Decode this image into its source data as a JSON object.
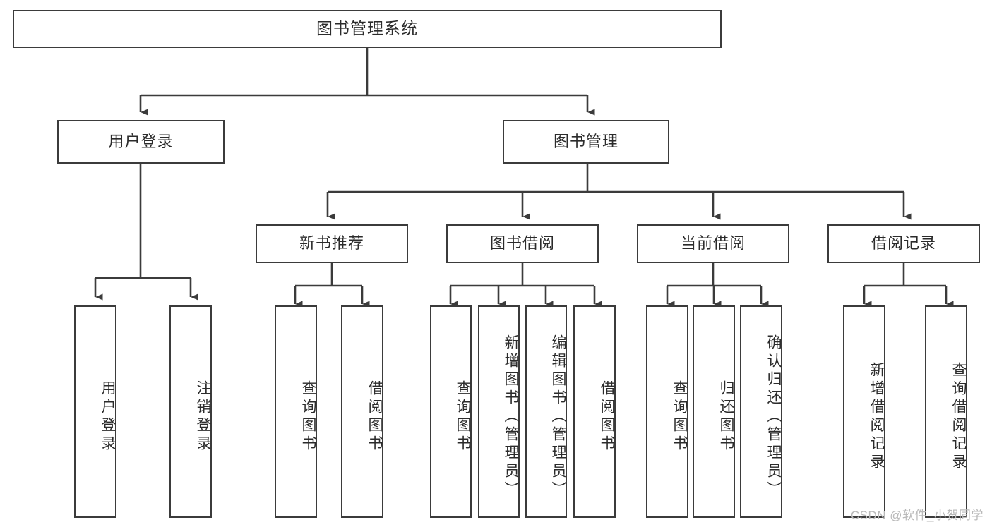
{
  "diagram": {
    "type": "tree",
    "title": "图书管理系统",
    "style": {
      "box_border_color": "#3b3b3b",
      "box_fill_color": "#ffffff",
      "text_color": "#2b2b2b",
      "edge_color": "#3b3b3b",
      "background": "#ffffff"
    },
    "root": {
      "label": "图书管理系统"
    },
    "level2": [
      {
        "label": "用户登录"
      },
      {
        "label": "图书管理"
      }
    ],
    "level3": [
      {
        "label": "新书推荐"
      },
      {
        "label": "图书借阅"
      },
      {
        "label": "当前借阅"
      },
      {
        "label": "借阅记录"
      }
    ],
    "leaves": {
      "user_login": [
        {
          "label": "用户登录"
        },
        {
          "label": "注销登录"
        }
      ],
      "new_book_recommend": [
        {
          "label": "查询图书"
        },
        {
          "label": "借阅图书"
        }
      ],
      "book_borrow": [
        {
          "label": "查询图书"
        },
        {
          "label": "新增图书（管理员）"
        },
        {
          "label": "编辑图书（管理员）"
        },
        {
          "label": "借阅图书"
        }
      ],
      "current_borrow": [
        {
          "label": "查询图书"
        },
        {
          "label": "归还图书"
        },
        {
          "label": "确认归还（管理员）"
        }
      ],
      "borrow_record": [
        {
          "label": "新增借阅记录"
        },
        {
          "label": "查询借阅记录"
        }
      ]
    }
  },
  "watermark": {
    "text": "CSDN @软件_小贺同学"
  }
}
